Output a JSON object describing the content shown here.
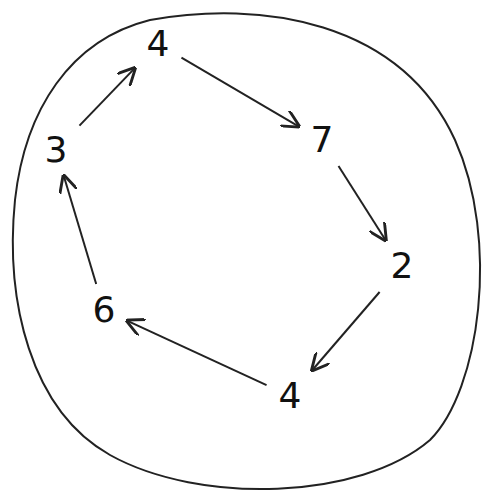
{
  "diagram": {
    "nodes": [
      {
        "text": [
          "4"
        ]
      },
      {
        "text": [
          "7"
        ]
      },
      {
        "text": [
          "2"
        ]
      },
      {
        "text": [
          "4"
        ]
      },
      {
        "text": [
          "6"
        ]
      },
      {
        "text": [
          "3"
        ]
      }
    ],
    "edges": [
      {
        "from": 0,
        "to": 1,
        "arrow": "to"
      },
      {
        "from": 1,
        "to": 2,
        "arrow": "to"
      },
      {
        "from": 2,
        "to": 3,
        "arrow": "to"
      },
      {
        "from": 3,
        "to": 4,
        "arrow": "to"
      },
      {
        "from": 4,
        "to": 5,
        "arrow": "to"
      },
      {
        "from": 5,
        "to": 0,
        "arrow": "to"
      }
    ]
  }
}
